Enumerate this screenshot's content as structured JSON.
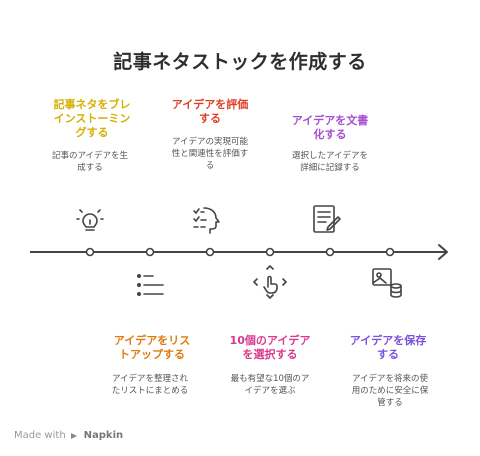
{
  "title": "記事ネタストックを作成する",
  "steps": [
    {
      "heading": "記事ネタをブレ\nインストーミン\nグする",
      "desc": "記事のアイデアを生\n成する",
      "color": "#d4b000",
      "icon": "lightbulb-icon"
    },
    {
      "heading": "アイデアをリス\nトアップする",
      "desc": "アイデアを整理され\nたリストにまとめる",
      "color": "#e07a10",
      "icon": "list-icon"
    },
    {
      "heading": "アイデアを評価\nする",
      "desc": "アイデアの実現可能\n性と関連性を評価す\nる",
      "color": "#e0402a",
      "icon": "head-checklist-icon"
    },
    {
      "heading": "10個のアイデア\nを選択する",
      "desc": "最も有望な10個のア\nイデアを選ぶ",
      "color": "#d83a8e",
      "icon": "hand-select-icon"
    },
    {
      "heading": "アイデアを文書\n化する",
      "desc": "選択したアイデアを\n詳細に記録する",
      "color": "#a64fd0",
      "icon": "document-pen-icon"
    },
    {
      "heading": "アイデアを保存\nする",
      "desc": "アイデアを将来の使\n用のために安全に保\n管する",
      "color": "#7a52dc",
      "icon": "image-database-icon"
    }
  ],
  "footer": {
    "made_with": "Made with",
    "brand": "Napkin"
  }
}
